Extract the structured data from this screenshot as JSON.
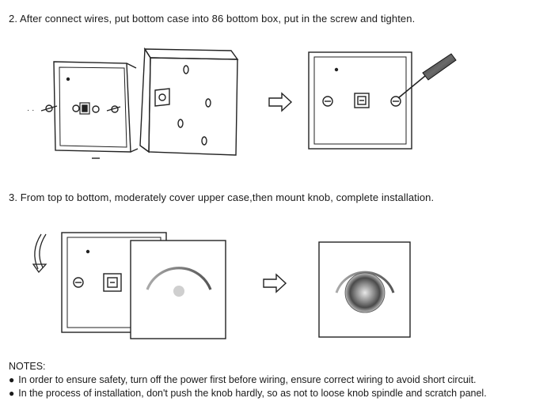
{
  "steps": [
    {
      "text": "2. After connect wires, put bottom case into 86 bottom box, put in the screw and tighten."
    },
    {
      "text": "3. From top to bottom, moderately cover upper case,then mount knob, complete installation."
    }
  ],
  "notes": {
    "heading": "NOTES:",
    "items": [
      "In order to ensure safety, turn off the power first before wiring, ensure correct wiring to avoid short circuit.",
      "In the process of installation, don't push the knob hardly, so as not to loose knob spindle and scratch panel."
    ]
  }
}
